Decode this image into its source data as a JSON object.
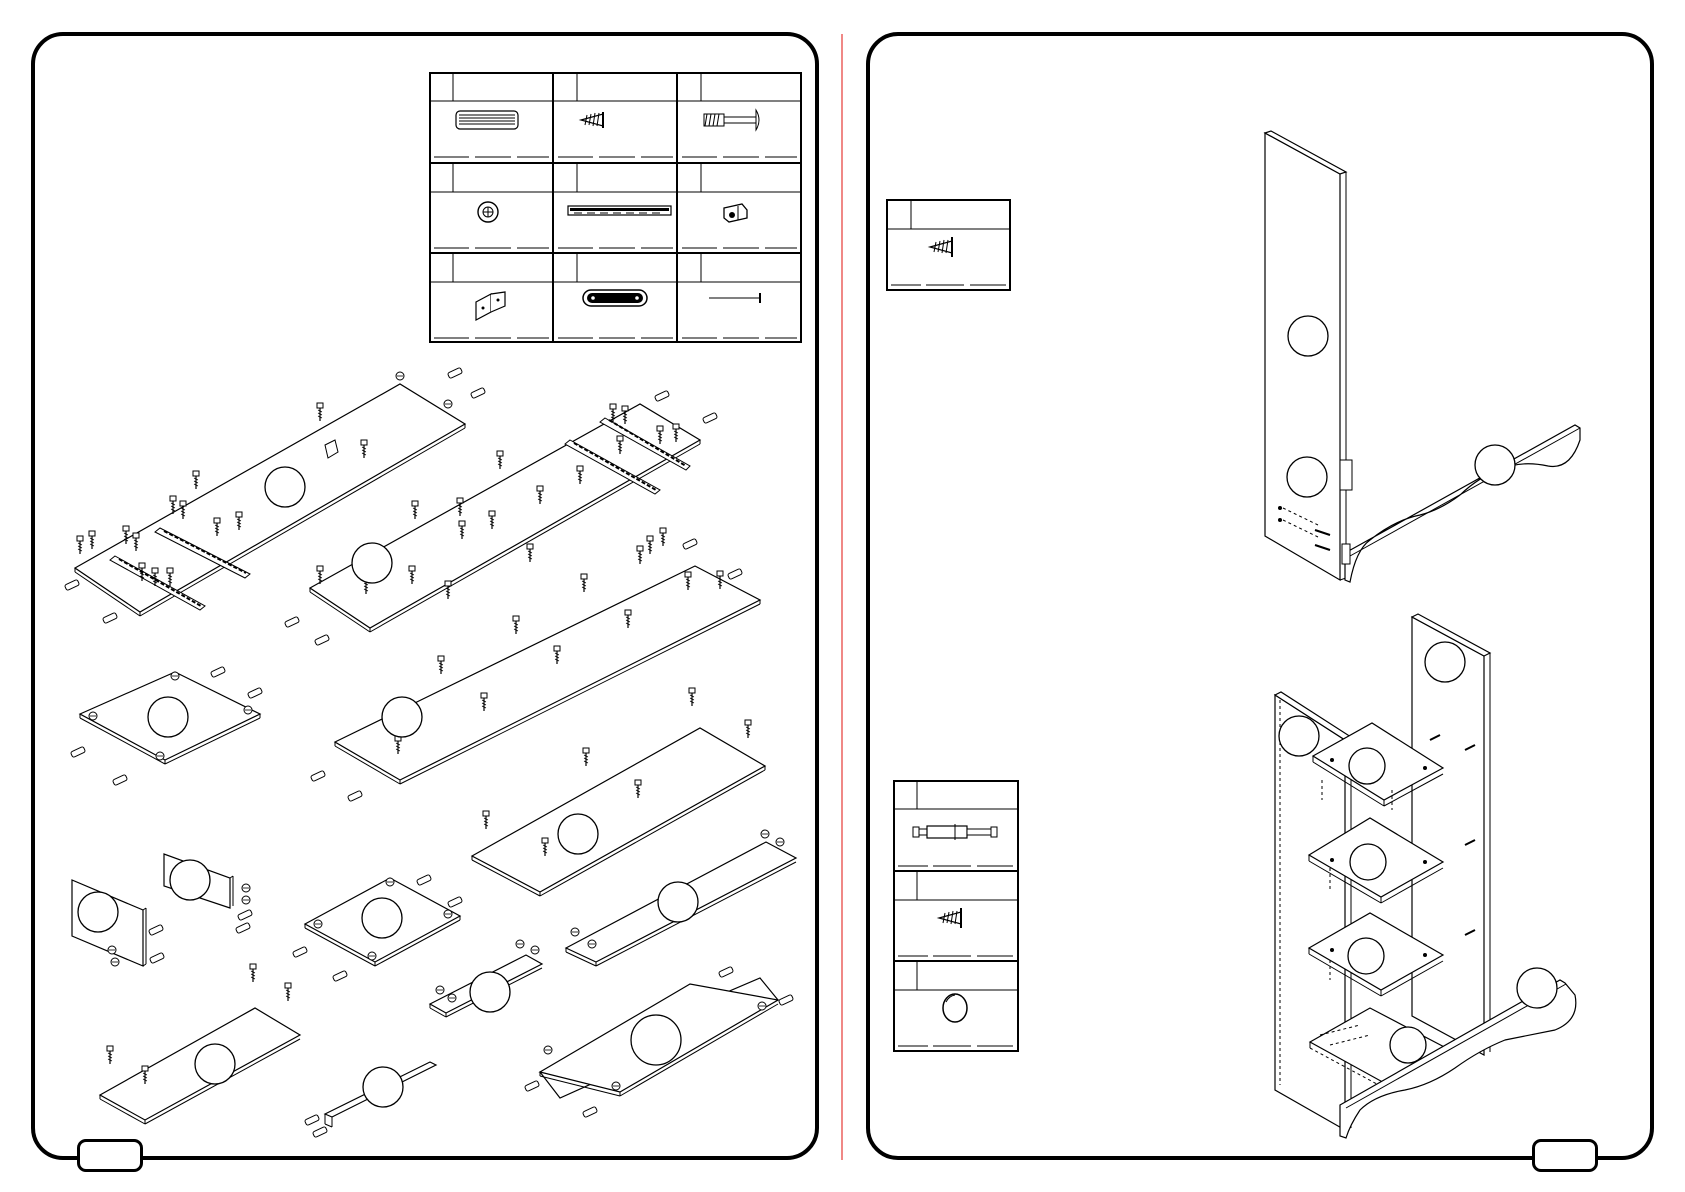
{
  "document": {
    "type": "furniture assembly instructions",
    "pages": [
      {
        "id": "left",
        "page_number": ""
      },
      {
        "id": "right",
        "page_number": ""
      }
    ],
    "colors": {
      "ink": "#000000",
      "divider": "#e53935",
      "paper": "#ffffff"
    }
  },
  "hardware_table": {
    "items": [
      {
        "letter": "",
        "icon": "wooden-dowel-icon",
        "qty": ""
      },
      {
        "letter": "",
        "icon": "short-screw-icon",
        "qty": ""
      },
      {
        "letter": "",
        "icon": "cam-bolt-icon",
        "qty": ""
      },
      {
        "letter": "",
        "icon": "cam-lock-icon",
        "qty": ""
      },
      {
        "letter": "",
        "icon": "drawer-slide-icon",
        "qty": ""
      },
      {
        "letter": "",
        "icon": "shelf-support-clip-icon",
        "qty": ""
      },
      {
        "letter": "",
        "icon": "l-bracket-icon",
        "qty": ""
      },
      {
        "letter": "",
        "icon": "drawer-handle-icon",
        "qty": ""
      },
      {
        "letter": "",
        "icon": "nail-icon",
        "qty": ""
      }
    ]
  },
  "step_hardware": {
    "step1": [
      {
        "letter": "",
        "icon": "short-screw-icon",
        "qty": ""
      }
    ],
    "step2": [
      {
        "letter": "",
        "icon": "connector-bolt-icon",
        "qty": ""
      },
      {
        "letter": "",
        "icon": "short-screw-icon",
        "qty": ""
      },
      {
        "letter": "",
        "icon": "cap-cover-icon",
        "qty": ""
      }
    ]
  },
  "part_labels": {
    "left_panels": [
      "",
      "",
      "",
      "",
      "",
      "",
      "",
      "",
      "",
      "",
      "",
      "",
      "",
      "",
      "",
      ""
    ],
    "step1_panels": [
      "",
      "",
      ""
    ],
    "step2_panels": [
      "",
      "",
      "",
      "",
      "",
      "",
      "",
      ""
    ]
  }
}
